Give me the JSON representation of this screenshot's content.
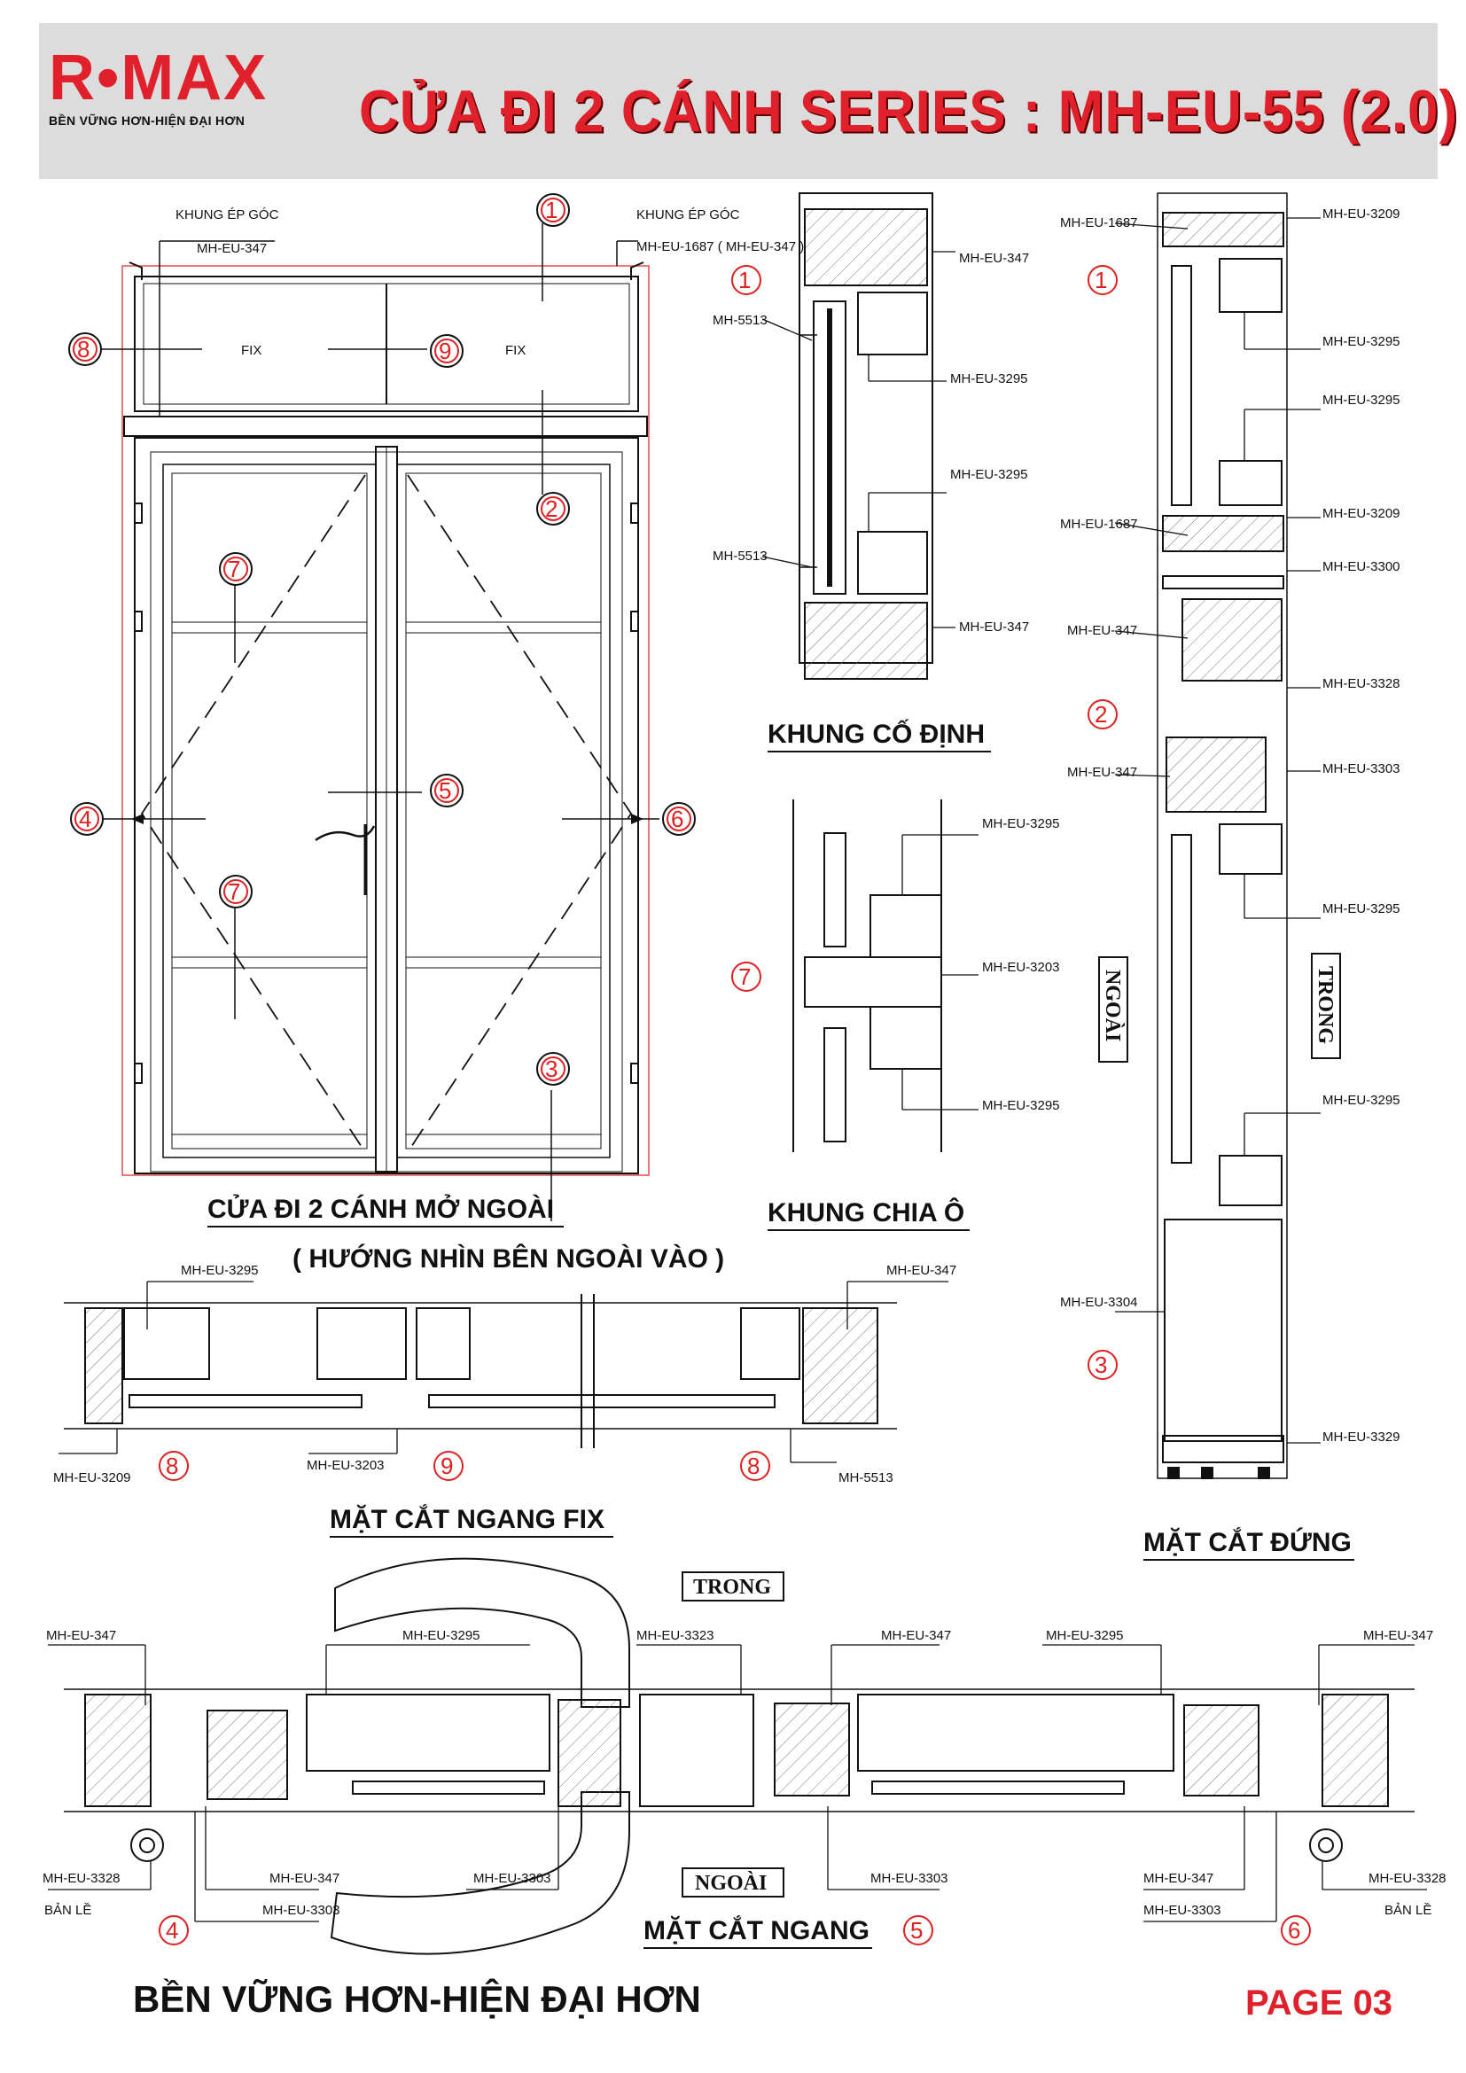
{
  "header": {
    "logo_text": "R•MAX",
    "logo_tagline": "BỀN VỮNG HƠN-HIỆN ĐẠI HƠN",
    "title": "CỬA ĐI 2 CÁNH SERIES : MH-EU-55 (2.0)"
  },
  "colors": {
    "accent": "#e0202a",
    "line": "#111111",
    "bubble": "#e02020",
    "header_bg": "#dcdcdc"
  },
  "door": {
    "caption": "CỬA ĐI 2 CÁNH MỞ NGOÀI",
    "subcaption": "( HƯỚNG NHÌN BÊN NGOÀI VÀO )",
    "fix_label": "FIX",
    "corner_left_title": "KHUNG ÉP GÓC",
    "corner_left_code": "MH-EU-347",
    "corner_right_title": "KHUNG ÉP GÓC",
    "corner_right_code": "MH-EU-1687 ( MH-EU-347 )"
  },
  "fixed_frame": {
    "caption": "KHUNG CỐ ĐỊNH",
    "labels": [
      "MH-EU-347",
      "MH-5513",
      "MH-EU-3295",
      "MH-EU-3295",
      "MH-5513",
      "MH-EU-347"
    ]
  },
  "divider_frame": {
    "caption": "KHUNG CHIA Ô",
    "labels": [
      "MH-EU-3295",
      "MH-EU-3203",
      "MH-EU-3295"
    ]
  },
  "fix_section": {
    "caption": "MẶT CẮT NGANG FIX",
    "labels": [
      "MH-EU-3295",
      "MH-EU-347",
      "MH-EU-3209",
      "MH-EU-3203",
      "MH-5513"
    ]
  },
  "vertical_section": {
    "caption": "MẶT CẮT ĐỨNG",
    "outside": "NGOÀI",
    "inside": "TRONG",
    "left_labels": [
      "MH-EU-1687",
      "MH-EU-1687",
      "MH-EU-347",
      "MH-EU-347",
      "MH-EU-3304"
    ],
    "right_labels": [
      "MH-EU-3209",
      "MH-EU-3295",
      "MH-EU-3295",
      "MH-EU-3209",
      "MH-EU-3300",
      "MH-EU-3328",
      "MH-EU-3303",
      "MH-EU-3295",
      "MH-EU-3295",
      "MH-EU-3329"
    ]
  },
  "horizontal_section": {
    "caption": "MẶT CẮT NGANG",
    "inside": "TRONG",
    "outside": "NGOÀI",
    "top_labels": [
      "MH-EU-347",
      "MH-EU-3295",
      "MH-EU-3323",
      "MH-EU-347",
      "MH-EU-3295",
      "MH-EU-347"
    ],
    "bottom_labels": [
      "MH-EU-3328",
      "BẢN LỀ",
      "MH-EU-347",
      "MH-EU-3303",
      "MH-EU-3303",
      "MH-EU-3303",
      "MH-EU-347",
      "MH-EU-3303",
      "MH-EU-3328",
      "BẢN LỀ"
    ]
  },
  "bubbles": [
    "1",
    "2",
    "3",
    "4",
    "5",
    "6",
    "7",
    "8",
    "9"
  ],
  "footer": {
    "slogan": "BỀN VỮNG HƠN-HIỆN ĐẠI HƠN",
    "page": "PAGE  03"
  }
}
